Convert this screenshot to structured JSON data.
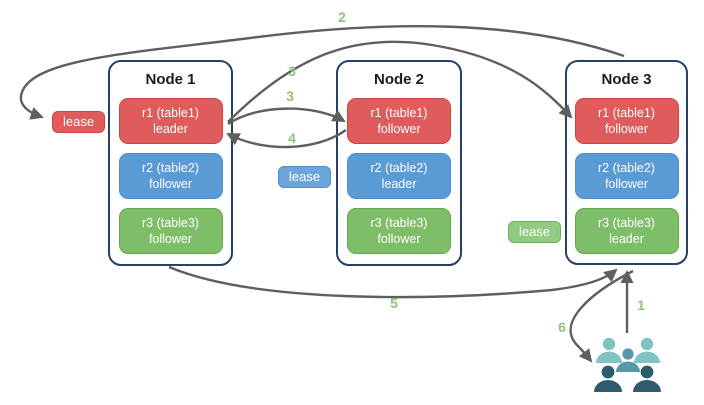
{
  "diagram": {
    "nodes": [
      {
        "title": "Node 1",
        "replicas": [
          {
            "name": "r1 (table1)",
            "role": "leader",
            "color": "red"
          },
          {
            "name": "r2 (table2)",
            "role": "follower",
            "color": "blue"
          },
          {
            "name": "r3 (table3)",
            "role": "follower",
            "color": "green"
          }
        ]
      },
      {
        "title": "Node 2",
        "replicas": [
          {
            "name": "r1 (table1)",
            "role": "follower",
            "color": "red"
          },
          {
            "name": "r2 (table2)",
            "role": "leader",
            "color": "blue"
          },
          {
            "name": "r3 (table3)",
            "role": "follower",
            "color": "green"
          }
        ]
      },
      {
        "title": "Node 3",
        "replicas": [
          {
            "name": "r1 (table1)",
            "role": "follower",
            "color": "red"
          },
          {
            "name": "r2 (table2)",
            "role": "follower",
            "color": "blue"
          },
          {
            "name": "r3 (table3)",
            "role": "leader",
            "color": "green"
          }
        ]
      }
    ],
    "leases": [
      {
        "label": "lease",
        "color": "red"
      },
      {
        "label": "lease",
        "color": "blue"
      },
      {
        "label": "lease",
        "color": "green"
      }
    ],
    "steps": {
      "s1": "1",
      "s2": "2",
      "s3a": "3",
      "s3b": "3",
      "s4": "4",
      "s5": "5",
      "s6": "6"
    }
  },
  "colors": {
    "node_border": "#24406B",
    "red_fill": "#E05C5C",
    "red_border": "#C94444",
    "blue_fill": "#5B9BD5",
    "blue_border": "#4D8FCB",
    "blue_badge_fill": "#6BA5DC",
    "green_fill": "#7FBE68",
    "green_border": "#63A84F",
    "green_badge_fill": "#8FCB80",
    "green_badge_border": "#6FB25C",
    "arrow": "#5F5F5F",
    "step_label": "#8BC47A",
    "users_light": "#7FC4C3",
    "users_mid": "#5598A9",
    "users_dark": "#2E5B6D"
  }
}
